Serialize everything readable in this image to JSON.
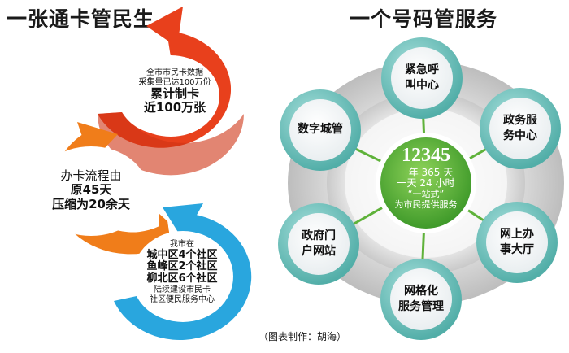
{
  "left": {
    "title": "一张通卡管民生",
    "red_arrow": {
      "line1": "全市市民卡数据",
      "line2": "采集量已达100万份",
      "line3": "累计制卡",
      "line4": "近100万张",
      "color": "#e8401c"
    },
    "orange_arrow": {
      "line1": "办卡流程由",
      "line2": "原45天",
      "line3": "压缩为20余天",
      "color": "#f07d1a"
    },
    "blue_arrow": {
      "line1": "我市在",
      "line2": "城中区4个社区",
      "line3": "鱼峰区2个社区",
      "line4": "柳北区6个社区",
      "line5": "陆续建设市民卡",
      "line6": "社区便民服务中心",
      "color": "#29a6de"
    }
  },
  "right": {
    "title": "一个号码管服务",
    "center": {
      "number": "12345",
      "line1": "一年 365 天",
      "line2": "一天 24 小时",
      "line3": "“一站式”",
      "line4": "为市民提供服务",
      "color": "#5fb23a"
    },
    "nodes": [
      {
        "label": "紧急呼叫中心",
        "line1": "紧急呼",
        "line2": "叫中心"
      },
      {
        "label": "政务服务中心",
        "line1": "政务服",
        "line2": "务中心"
      },
      {
        "label": "网上办事大厅",
        "line1": "网上办",
        "line2": "事大厅"
      },
      {
        "label": "网格化服务管理",
        "line1": "网格化",
        "line2": "服务管理"
      },
      {
        "label": "政府门户网站",
        "line1": "政府门",
        "line2": "户网站"
      },
      {
        "label": "数字城管",
        "line1": "数字城管",
        "line2": ""
      }
    ],
    "node_color": "#7cc7c2"
  },
  "credit": "（图表制作：胡海）"
}
